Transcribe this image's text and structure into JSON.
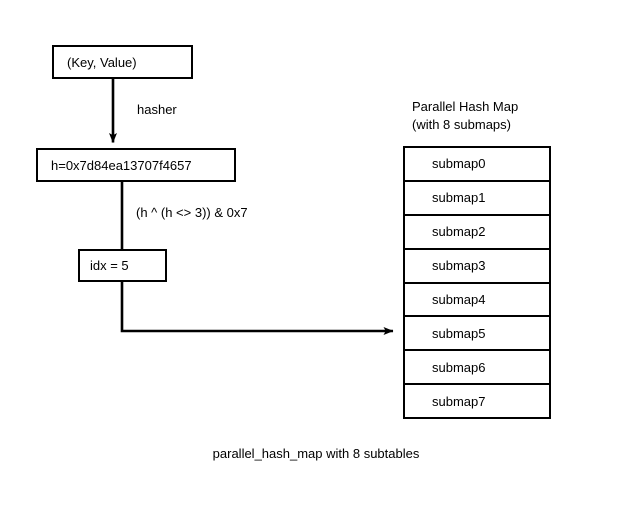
{
  "diagram": {
    "caption": "parallel_hash_map with 8 subtables",
    "nodes": {
      "key_value": "(Key, Value)",
      "hash": "h=0x7d84ea13707f4657",
      "index": "idx = 5"
    },
    "edge_labels": {
      "hasher": "hasher",
      "index_formula": "(h ^ (h <> 3)) & 0x7"
    },
    "table": {
      "heading_line1": "Parallel Hash Map",
      "heading_line2": "(with 8 submaps)",
      "rows": [
        "submap0",
        "submap1",
        "submap2",
        "submap3",
        "submap4",
        "submap5",
        "submap6",
        "submap7"
      ],
      "highlighted_row_index": 5
    },
    "colors": {
      "stroke": "#000000",
      "fill": "#ffffff",
      "text": "#000000"
    }
  }
}
